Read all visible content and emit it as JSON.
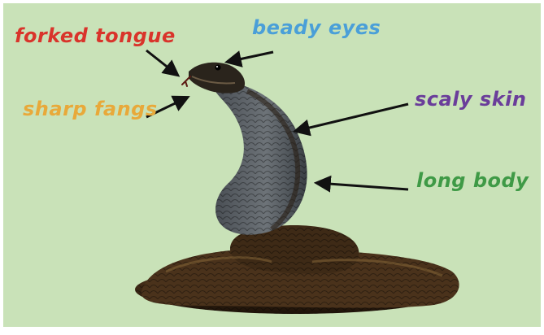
{
  "labels": {
    "forked_tongue": "forked tongue",
    "beady_eyes": "beady eyes",
    "sharp_fangs": "sharp fangs",
    "scaly_skin": "scaly skin",
    "long_body": "long body"
  },
  "colors": {
    "background": "#c9e2b8",
    "forked_tongue": "#d9342b",
    "beady_eyes": "#4a9fd8",
    "sharp_fangs": "#e8a93a",
    "scaly_skin": "#6a3d9a",
    "long_body": "#3f9a46",
    "arrow": "#111111"
  }
}
